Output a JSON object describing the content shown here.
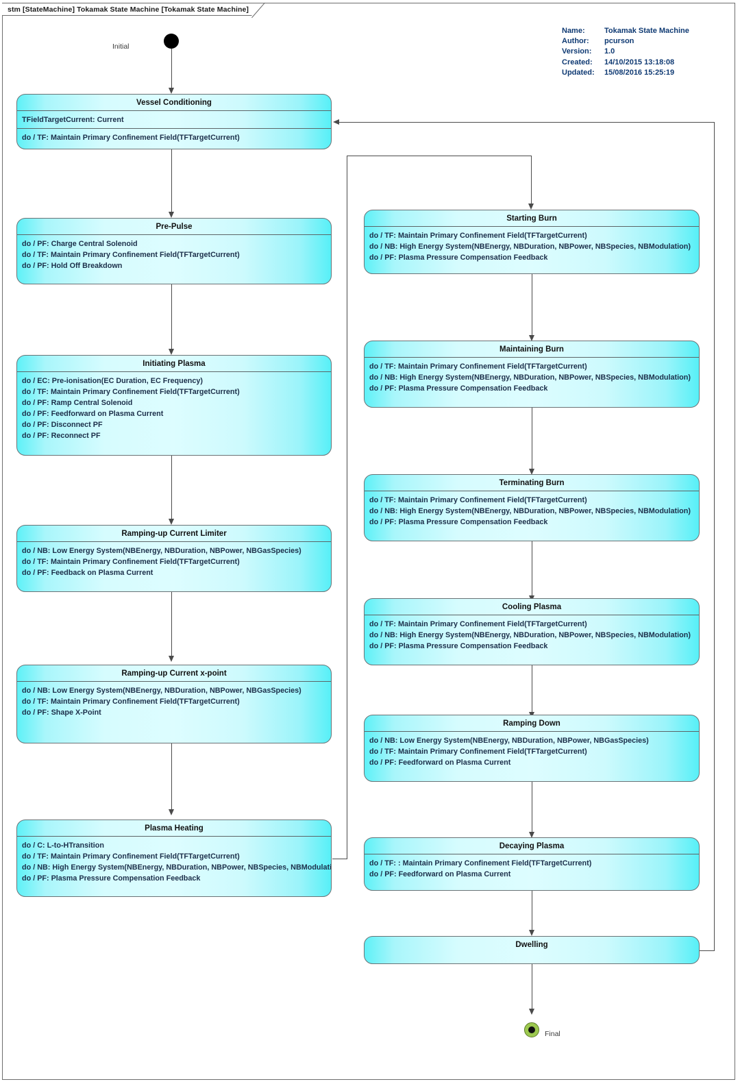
{
  "diagram": {
    "frame_label": "stm [StateMachine] Tokamak State Machine [Tokamak State Machine]",
    "type": "UML State Machine Diagram"
  },
  "metadata": {
    "rows": [
      {
        "key": "Name:",
        "value": "Tokamak State Machine"
      },
      {
        "key": "Author:",
        "value": "pcurson"
      },
      {
        "key": "Version:",
        "value": "1.0"
      },
      {
        "key": "Created:",
        "value": "14/10/2015 13:18:08"
      },
      {
        "key": "Updated:",
        "value": "15/08/2016 15:25:19"
      }
    ],
    "color": "#0f3a73"
  },
  "pseudostates": {
    "initial_label": "Initial",
    "final_label": "Final",
    "initial_color": "#000000",
    "final_color": "#9dc950"
  },
  "states": [
    {
      "id": "vessel-conditioning",
      "title": "Vessel Conditioning",
      "attributes": [
        "TFieldTargetCurrent: Current"
      ],
      "activities": [
        "do / TF: Maintain Primary Confinement Field(TFTargetCurrent)"
      ]
    },
    {
      "id": "pre-pulse",
      "title": "Pre-Pulse",
      "attributes": [],
      "activities": [
        "do / PF: Charge Central Solenoid",
        "do / TF: Maintain Primary Confinement Field(TFTargetCurrent)",
        "do / PF: Hold Off Breakdown"
      ]
    },
    {
      "id": "initiating-plasma",
      "title": "Initiating Plasma",
      "attributes": [],
      "activities": [
        "do / EC: Pre-ionisation(EC Duration, EC Frequency)",
        "do / TF: Maintain Primary Confinement Field(TFTargetCurrent)",
        "do / PF: Ramp Central Solenoid",
        "do / PF: Feedforward on Plasma Current",
        "do / PF: Disconnect PF",
        "do / PF: Reconnect PF"
      ]
    },
    {
      "id": "ramping-up-current-limiter",
      "title": "Ramping-up Current Limiter",
      "attributes": [],
      "activities": [
        "do / NB: Low Energy System(NBEnergy, NBDuration, NBPower, NBGasSpecies)",
        "do / TF: Maintain Primary Confinement Field(TFTargetCurrent)",
        "do / PF: Feedback on Plasma Current"
      ]
    },
    {
      "id": "ramping-up-current-x-point",
      "title": "Ramping-up Current x-point",
      "attributes": [],
      "activities": [
        "do / NB: Low Energy System(NBEnergy, NBDuration, NBPower, NBGasSpecies)",
        "do / TF: Maintain Primary Confinement Field(TFTargetCurrent)",
        "do / PF: Shape X-Point"
      ]
    },
    {
      "id": "plasma-heating",
      "title": "Plasma Heating",
      "attributes": [],
      "activities": [
        "do / C: L-to-HTransition",
        "do / TF: Maintain Primary Confinement Field(TFTargetCurrent)",
        "do / NB: High Energy System(NBEnergy, NBDuration, NBPower, NBSpecies, NBModulation)",
        "do / PF: Plasma Pressure Compensation Feedback"
      ]
    },
    {
      "id": "starting-burn",
      "title": "Starting Burn",
      "attributes": [],
      "activities": [
        "do / TF: Maintain Primary Confinement Field(TFTargetCurrent)",
        "do / NB: High Energy System(NBEnergy, NBDuration, NBPower, NBSpecies, NBModulation)",
        "do / PF: Plasma Pressure Compensation Feedback"
      ]
    },
    {
      "id": "maintaining-burn",
      "title": "Maintaining Burn",
      "attributes": [],
      "activities": [
        "do / TF: Maintain Primary Confinement Field(TFTargetCurrent)",
        "do / NB: High Energy System(NBEnergy, NBDuration, NBPower, NBSpecies, NBModulation)",
        "do / PF: Plasma Pressure Compensation Feedback"
      ]
    },
    {
      "id": "terminating-burn",
      "title": "Terminating Burn",
      "attributes": [],
      "activities": [
        "do / TF: Maintain Primary Confinement Field(TFTargetCurrent)",
        "do / NB: High Energy System(NBEnergy, NBDuration, NBPower, NBSpecies, NBModulation)",
        "do / PF: Plasma Pressure Compensation Feedback"
      ]
    },
    {
      "id": "cooling-plasma",
      "title": "Cooling Plasma",
      "attributes": [],
      "activities": [
        "do / TF: Maintain Primary Confinement Field(TFTargetCurrent)",
        "do / NB: High Energy System(NBEnergy, NBDuration, NBPower, NBSpecies, NBModulation)",
        "do / PF: Plasma Pressure Compensation Feedback"
      ]
    },
    {
      "id": "ramping-down",
      "title": "Ramping Down",
      "attributes": [],
      "activities": [
        "do / NB: Low Energy System(NBEnergy, NBDuration, NBPower, NBGasSpecies)",
        "do / TF: Maintain Primary Confinement Field(TFTargetCurrent)",
        "do / PF: Feedforward on Plasma Current"
      ]
    },
    {
      "id": "decaying-plasma",
      "title": "Decaying Plasma",
      "attributes": [],
      "activities": [
        "do / TF: : Maintain Primary Confinement Field(TFTargetCurrent)",
        "do / PF: Feedforward on Plasma Current"
      ]
    },
    {
      "id": "dwelling",
      "title": "Dwelling",
      "attributes": [],
      "activities": []
    }
  ],
  "transitions": [
    {
      "from": "initial",
      "to": "vessel-conditioning"
    },
    {
      "from": "vessel-conditioning",
      "to": "pre-pulse"
    },
    {
      "from": "pre-pulse",
      "to": "initiating-plasma"
    },
    {
      "from": "initiating-plasma",
      "to": "ramping-up-current-limiter"
    },
    {
      "from": "ramping-up-current-limiter",
      "to": "ramping-up-current-x-point"
    },
    {
      "from": "ramping-up-current-x-point",
      "to": "plasma-heating"
    },
    {
      "from": "plasma-heating",
      "to": "starting-burn"
    },
    {
      "from": "starting-burn",
      "to": "maintaining-burn"
    },
    {
      "from": "maintaining-burn",
      "to": "terminating-burn"
    },
    {
      "from": "terminating-burn",
      "to": "cooling-plasma"
    },
    {
      "from": "cooling-plasma",
      "to": "ramping-down"
    },
    {
      "from": "ramping-down",
      "to": "decaying-plasma"
    },
    {
      "from": "decaying-plasma",
      "to": "dwelling"
    },
    {
      "from": "dwelling",
      "to": "final"
    },
    {
      "from": "dwelling",
      "to": "vessel-conditioning"
    }
  ]
}
